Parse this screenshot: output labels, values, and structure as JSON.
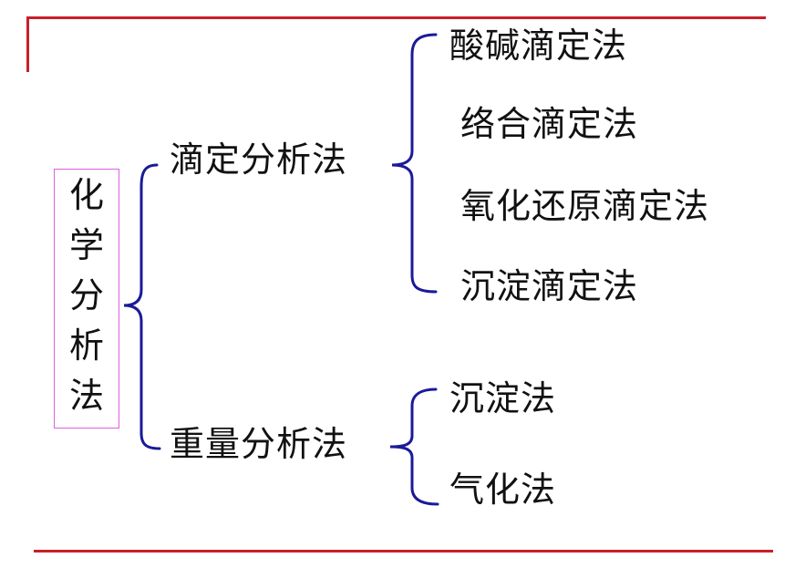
{
  "diagram": {
    "root": {
      "label": "化学分析法",
      "chars": [
        "化",
        "学",
        "分",
        "析",
        "法"
      ]
    },
    "branches": [
      {
        "label": "滴定分析法",
        "children": [
          "酸碱滴定法",
          "络合滴定法",
          "氧化还原滴定法",
          "沉淀滴定法"
        ]
      },
      {
        "label": "重量分析法",
        "children": [
          "沉淀法",
          "气化法"
        ]
      }
    ],
    "colors": {
      "rule": "#c8202a",
      "brace": "#1a1a9a",
      "root_border": "#e060e0",
      "text": "#111111"
    }
  }
}
